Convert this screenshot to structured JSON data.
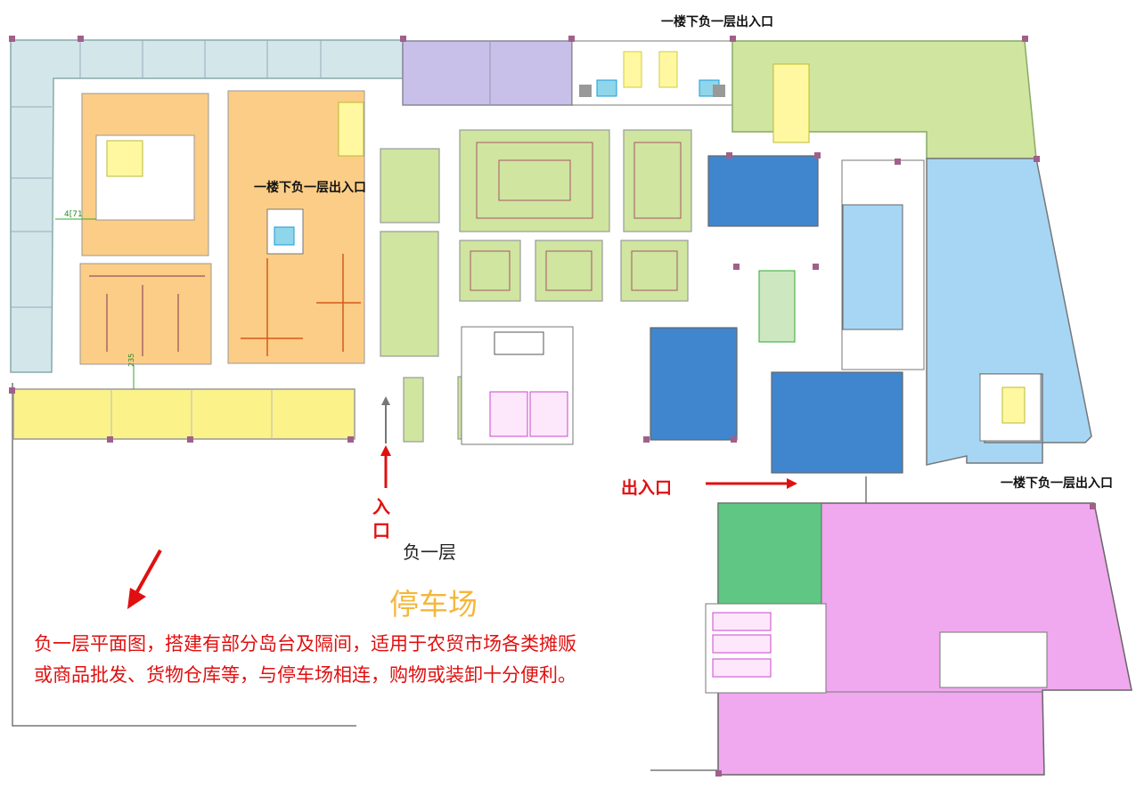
{
  "map": {
    "labels": {
      "entrance_top": "一楼下负一层出入口",
      "entrance_left": "一楼下负一层出入口",
      "entrance_right": "一楼下负一层出入口",
      "entry_vertical_1": "入",
      "entry_vertical_2": "口",
      "exit_entry": "出入口",
      "floor_name": "负一层",
      "parking": "停车场",
      "description_line1": "负一层平面图，搭建有部分岛台及隔间，适用于农贸市场各类摊贩",
      "description_line2": "或商品批发、货物仓库等，与停车场相连，购物或装卸十分便利。",
      "dim_1": "4[71",
      "dim_2": "235"
    },
    "colors": {
      "light_blue_gray": "#d3e6ea",
      "lavender": "#c8c0e8",
      "orange": "#fbcd86",
      "yellow": "#fbf38a",
      "green": "#cfe5a0",
      "deep_blue": "#3f86cf",
      "sky_blue": "#a6d6f4",
      "pink": "#f0a8ee",
      "dark_green": "#5fc683",
      "red_accent": "#e01010",
      "parking_text": "#f4b73c"
    },
    "icons": [
      "red-arrow-icon",
      "gray-arrow-icon",
      "staircase-icon",
      "elevator-icon",
      "restroom-icon"
    ]
  }
}
